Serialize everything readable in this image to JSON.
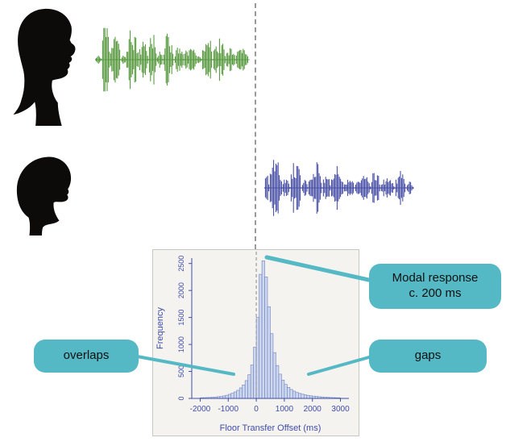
{
  "callouts": {
    "modal_line1": "Modal response",
    "modal_line2": "c. 200 ms",
    "overlaps": "overlaps",
    "gaps": "gaps",
    "box_color": "#54b9c5",
    "connector_color": "#54b9c5"
  },
  "waveforms": {
    "speaker1": {
      "color": "#4a9130",
      "segments": [
        [
          8,
          0.12
        ],
        [
          10,
          0.95
        ],
        [
          14,
          0.65
        ],
        [
          6,
          0.2
        ],
        [
          16,
          0.85
        ],
        [
          12,
          0.5
        ],
        [
          10,
          0.8
        ],
        [
          8,
          0.25
        ],
        [
          14,
          0.7
        ],
        [
          12,
          0.35
        ],
        [
          16,
          0.35
        ],
        [
          6,
          0.15
        ],
        [
          14,
          0.75
        ],
        [
          16,
          0.55
        ],
        [
          12,
          0.4
        ],
        [
          16,
          0.3
        ]
      ]
    },
    "speaker2": {
      "color": "#3c43a0",
      "segments": [
        [
          6,
          0.5
        ],
        [
          16,
          0.9
        ],
        [
          10,
          0.3
        ],
        [
          14,
          0.85
        ],
        [
          8,
          0.25
        ],
        [
          18,
          0.9
        ],
        [
          10,
          0.4
        ],
        [
          16,
          0.7
        ],
        [
          14,
          0.3
        ],
        [
          20,
          0.45
        ],
        [
          12,
          0.6
        ],
        [
          18,
          0.35
        ],
        [
          14,
          0.5
        ],
        [
          9,
          0.2
        ]
      ]
    }
  },
  "chart_data": {
    "type": "bar",
    "title": "",
    "xlabel": "Floor Transfer Offset (ms)",
    "ylabel": "Frequency",
    "x_ticks": [
      -2000,
      -1000,
      0,
      1000,
      2000,
      3000
    ],
    "y_ticks": [
      0,
      500,
      1000,
      1500,
      2000,
      2500
    ],
    "xlim": [
      -2300,
      3300
    ],
    "ylim": [
      0,
      2600
    ],
    "bin_start": -2000,
    "bin_width": 100,
    "values": [
      12,
      14,
      16,
      18,
      22,
      26,
      32,
      38,
      46,
      58,
      76,
      95,
      120,
      150,
      195,
      250,
      330,
      440,
      620,
      950,
      1500,
      2300,
      2550,
      2250,
      1700,
      1200,
      850,
      610,
      450,
      340,
      260,
      205,
      165,
      135,
      110,
      92,
      78,
      66,
      56,
      48,
      42,
      36,
      31,
      27,
      23,
      20,
      17,
      15,
      13,
      11
    ],
    "bar_fill": "#cdd7ed",
    "bar_stroke": "#6f80c2",
    "axis_color": "#3f4da8",
    "zero_line": 0,
    "grid": false,
    "legend": "none"
  }
}
